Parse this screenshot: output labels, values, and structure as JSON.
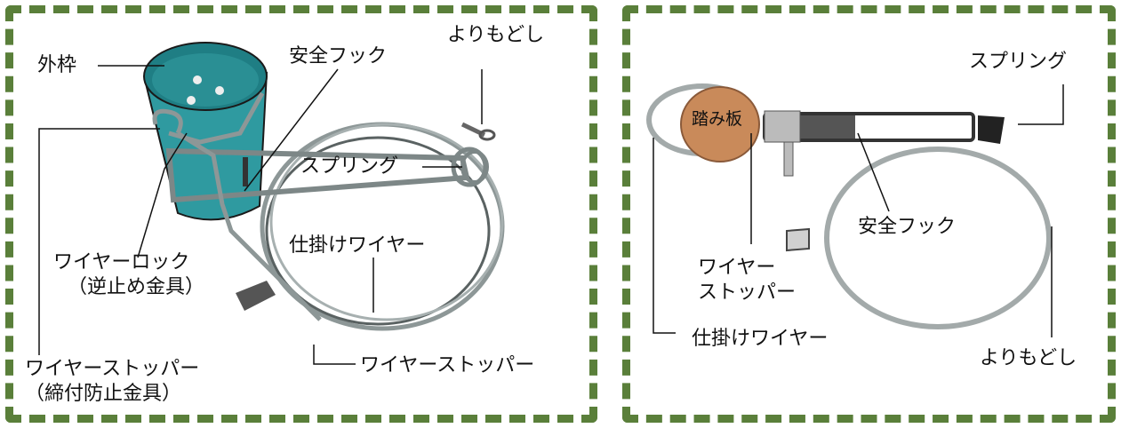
{
  "colors": {
    "border": "#5a7f3a",
    "outer_frame": "#2f9aa0",
    "pedal": "#c98a5a",
    "wire": "#9aa3a3",
    "steel": "#b8bcbc",
    "ink": "#111111"
  },
  "left_panel": {
    "labels": {
      "outer_frame": "外枠",
      "safety_hook": "安全フック",
      "swivel": "よりもどし",
      "spring": "スプリング",
      "trap_wire": "仕掛けワイヤー",
      "wire_lock_1": "ワイヤーロック",
      "wire_lock_2": "（逆止め金具）",
      "wire_stopper_a1": "ワイヤーストッパー",
      "wire_stopper_a2": "（締付防止金具）",
      "wire_stopper_b": "ワイヤーストッパー"
    }
  },
  "right_panel": {
    "labels": {
      "spring": "スプリング",
      "pedal": "踏み板",
      "safety_hook": "安全フック",
      "wire_stopper_1": "ワイヤー",
      "wire_stopper_2": "ストッパー",
      "trap_wire": "仕掛けワイヤー",
      "swivel": "よりもどし"
    }
  }
}
